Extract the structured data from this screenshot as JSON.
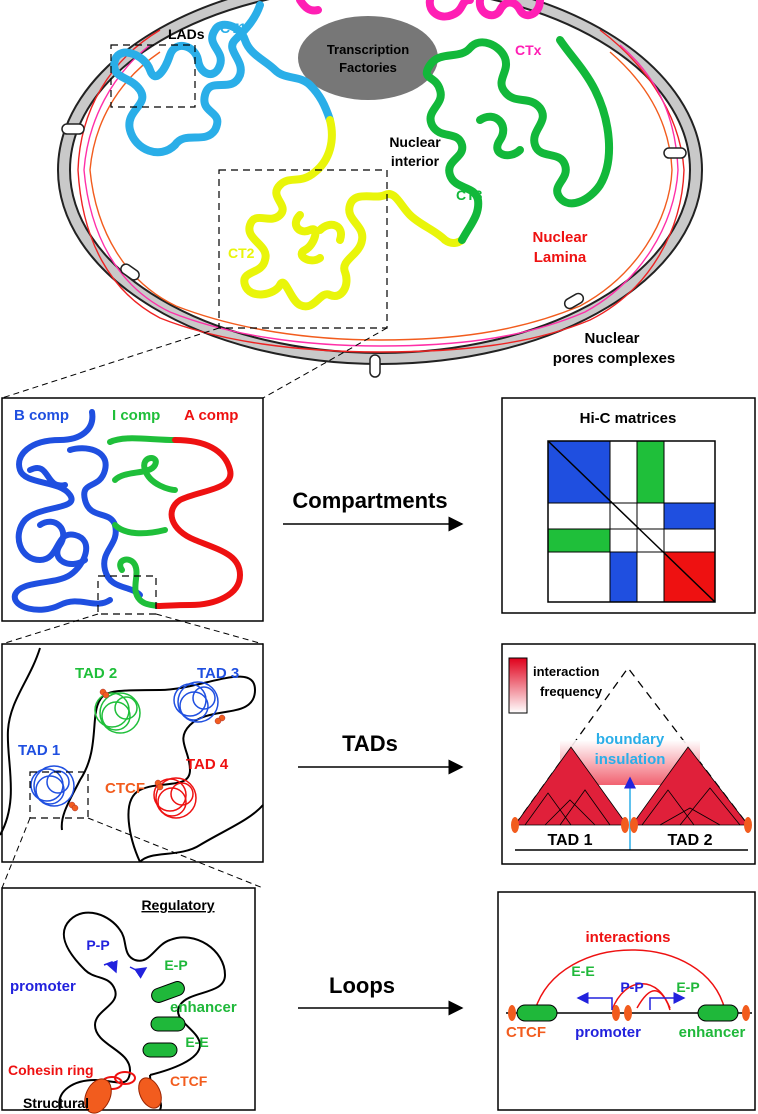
{
  "nucleus": {
    "lads": "LADs",
    "ct1": "CT1",
    "ct2": "CT2",
    "ct3": "CT3",
    "ctx": "CTx",
    "transcription_factories": [
      "Transcription",
      "Factories"
    ],
    "nuclear_interior": [
      "Nuclear",
      "interior"
    ],
    "nuclear_lamina": [
      "Nuclear",
      "Lamina"
    ],
    "nuclear_pores": [
      "Nuclear",
      "pores complexes"
    ]
  },
  "compartments": {
    "b_comp": "B comp",
    "i_comp": "I comp",
    "a_comp": "A comp",
    "arrow_label": "Compartments",
    "hic_title": "Hi-C matrices"
  },
  "tads": {
    "tad1": "TAD 1",
    "tad2": "TAD 2",
    "tad3": "TAD 3",
    "tad4": "TAD 4",
    "ctcf": "CTCF",
    "arrow_label": "TADs",
    "legend": [
      "interaction",
      "frequency"
    ],
    "boundary": [
      "boundary",
      "insulation"
    ],
    "axis_tad1": "TAD 1",
    "axis_tad2": "TAD 2"
  },
  "loops": {
    "regulatory": "Regulatory",
    "structural": "Structural",
    "promoter": "promoter",
    "enhancer": "enhancer",
    "pp": "P-P",
    "ep": "E-P",
    "ee": "E-E",
    "cohesin": "Cohesin ring",
    "ctcf": "CTCF",
    "arrow_label": "Loops",
    "interactions": "interactions",
    "right_ee": "E-E",
    "right_pp": "P-P",
    "right_ep": "E-P",
    "right_ctcf": "CTCF",
    "right_promoter": "promoter",
    "right_enhancer": "enhancer"
  },
  "colors": {
    "blue": "#1f4fe0",
    "green": "#1fbf3a",
    "red": "#ee1111",
    "cyan": "#2aaee8",
    "yellow": "#e9f50a",
    "magenta": "#ff1fb4",
    "orange": "#f25c1e",
    "dark_green": "#12b83a",
    "gray": "#c9c9c9"
  }
}
